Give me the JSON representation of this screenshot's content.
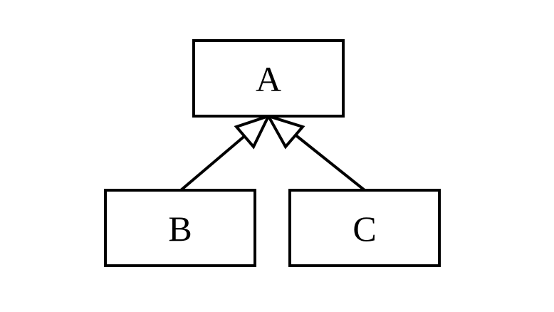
{
  "diagram": {
    "type": "uml-inheritance",
    "nodes": {
      "a": {
        "label": "A"
      },
      "b": {
        "label": "B"
      },
      "c": {
        "label": "C"
      }
    },
    "edges": [
      {
        "from": "B",
        "to": "A",
        "arrowhead": "hollow-triangle"
      },
      {
        "from": "C",
        "to": "A",
        "arrowhead": "hollow-triangle"
      }
    ],
    "colors": {
      "stroke": "#000000",
      "fill": "#ffffff",
      "background": "#ffffff"
    }
  }
}
